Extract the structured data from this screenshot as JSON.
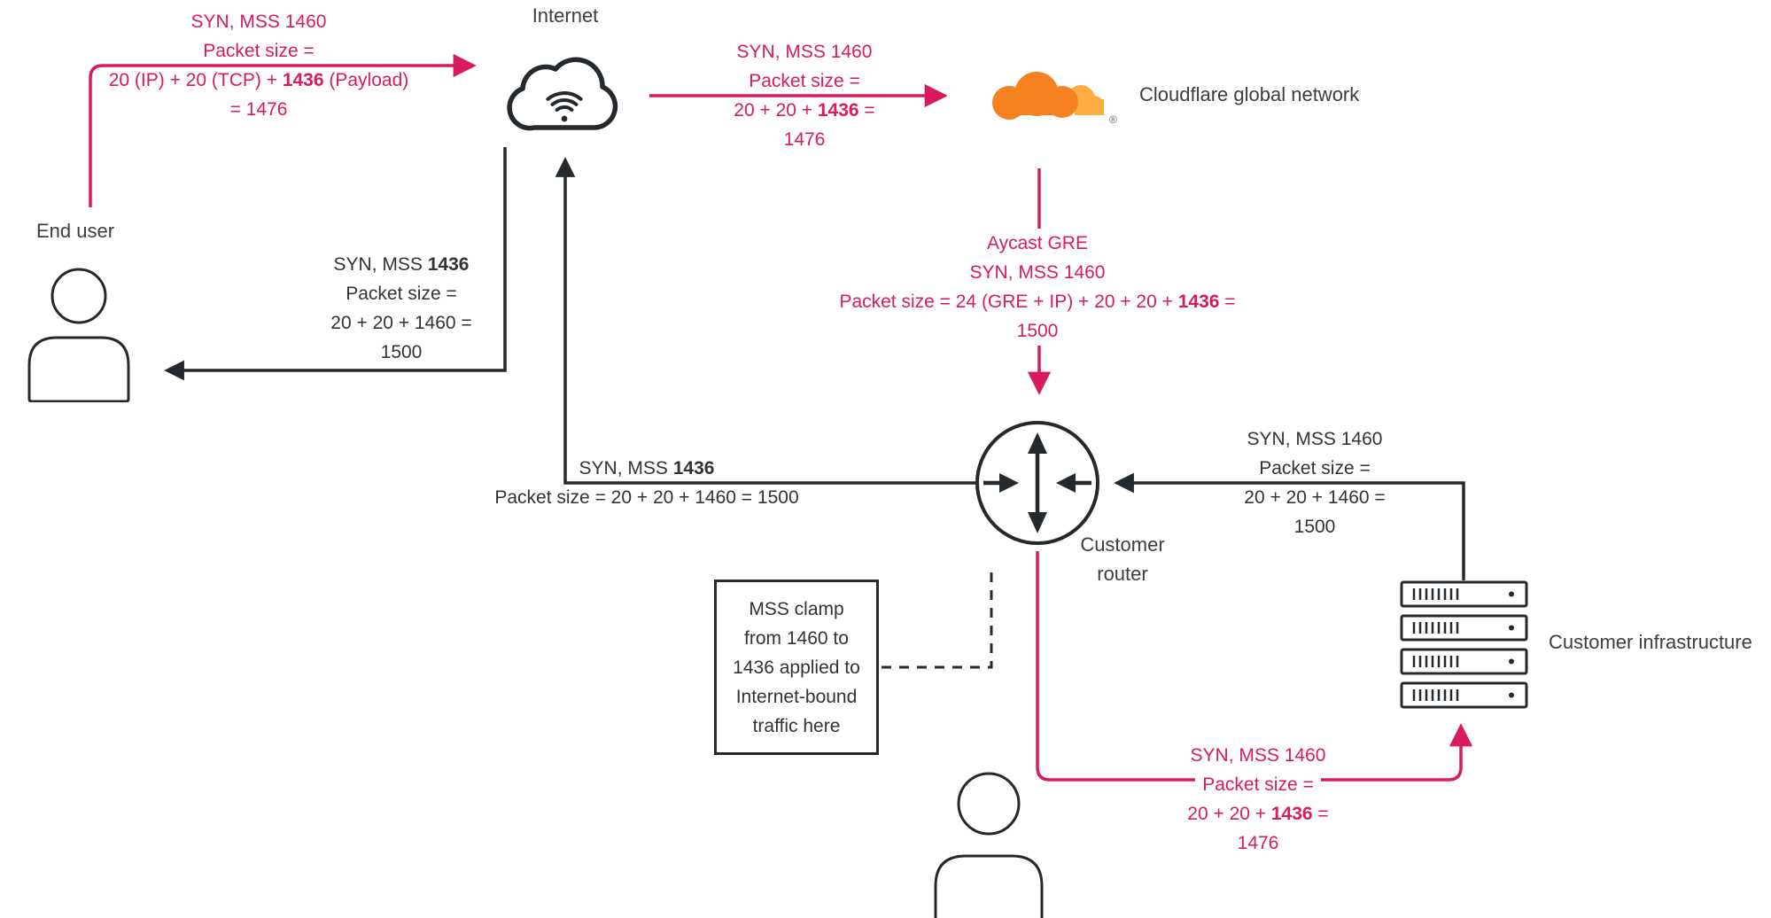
{
  "colors": {
    "pink": "#d81b60",
    "ink": "#24292e",
    "text_dark": "#333333",
    "label_dark": "#3d3d3d",
    "cf_orange": "#f6821f",
    "cf_orange_light": "#fbad41"
  },
  "nodes": {
    "end_user": {
      "label": "End user"
    },
    "internet": {
      "label": "Internet"
    },
    "cloudflare": {
      "label": "Cloudflare global network",
      "reg_mark": "®"
    },
    "customer_router": {
      "label_lines": [
        "Customer",
        "router"
      ]
    },
    "customer_infrastructure": {
      "label": "Customer infrastructure"
    },
    "mss_clamp_note": {
      "lines": [
        "MSS clamp",
        "from 1460 to",
        "1436 applied to",
        "Internet-bound",
        "traffic here"
      ]
    }
  },
  "edge_labels": {
    "user_to_internet": {
      "lines": [
        "SYN, MSS 1460",
        "Packet size =",
        [
          {
            "t": "20 (IP) + 20 (TCP) + "
          },
          {
            "t": "1436",
            "b": true
          },
          {
            "t": " (Payload)"
          }
        ],
        "= 1476"
      ]
    },
    "internet_to_cloudflare": {
      "lines": [
        "SYN, MSS 1460",
        "Packet size =",
        [
          {
            "t": "20 + 20 + "
          },
          {
            "t": "1436",
            "b": true
          },
          {
            "t": " ="
          }
        ],
        "1476"
      ]
    },
    "cloudflare_to_router": {
      "lines": [
        "Aycast GRE",
        "SYN, MSS 1460",
        [
          {
            "t": "Packet size = 24 (GRE + IP) + 20 + 20 + "
          },
          {
            "t": "1436",
            "b": true
          },
          {
            "t": " ="
          }
        ],
        "1500"
      ]
    },
    "router_to_infrastructure": {
      "lines": [
        "SYN, MSS 1460",
        "Packet size =",
        [
          {
            "t": "20 + 20 + "
          },
          {
            "t": "1436",
            "b": true
          },
          {
            "t": " ="
          }
        ],
        "1476"
      ]
    },
    "internet_to_user": {
      "lines": [
        [
          {
            "t": "SYN, MSS "
          },
          {
            "t": "1436",
            "b": true
          }
        ],
        "Packet size =",
        "20 + 20 + 1460 =",
        "1500"
      ]
    },
    "router_to_internet": {
      "lines": [
        [
          {
            "t": "SYN, MSS "
          },
          {
            "t": "1436",
            "b": true
          }
        ],
        "Packet size = 20 + 20 + 1460 = 1500"
      ]
    },
    "infrastructure_to_router": {
      "lines": [
        "SYN, MSS 1460",
        "Packet size =",
        "20 + 20 + 1460 =",
        "1500"
      ]
    }
  }
}
